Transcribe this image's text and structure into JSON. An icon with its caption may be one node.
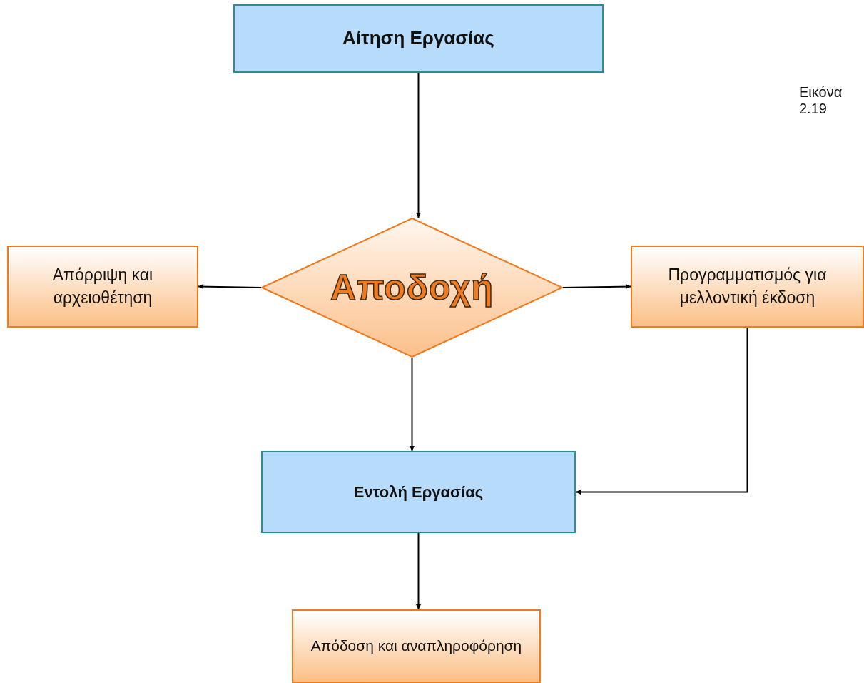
{
  "diagram": {
    "nodes": [
      {
        "text": [
          "Αίτηση Εργασίας"
        ]
      },
      {
        "text": [
          "Αποδοχή"
        ]
      },
      {
        "text": [
          "Απόρριψη και αρχειοθέτηση"
        ]
      },
      {
        "text": [
          "Προγραμματισμός για μελλοντική έκδοση"
        ]
      },
      {
        "text": [
          "Εντολή Εργασίας"
        ]
      },
      {
        "text": [
          "Απόδοση και αναπληροφόρηση"
        ]
      }
    ],
    "edges": [
      {
        "from": 0,
        "to": 1,
        "arrow": "to"
      },
      {
        "from": 1,
        "to": 2,
        "arrow": "to"
      },
      {
        "from": 1,
        "to": 3,
        "arrow": "to"
      },
      {
        "from": 1,
        "to": 4,
        "arrow": "to"
      },
      {
        "from": 3,
        "to": 4,
        "arrow": "to"
      },
      {
        "from": 4,
        "to": 5,
        "arrow": "to"
      }
    ],
    "labels": [
      "Εικόνα 2.19"
    ]
  }
}
